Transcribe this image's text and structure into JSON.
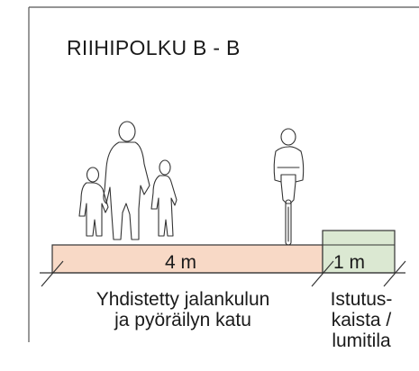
{
  "title": "RIIHIPOLKU B - B",
  "widths": {
    "main": "4 m",
    "side": "1 m"
  },
  "lanes": {
    "main": {
      "line1": "Yhdistetty jalankulun",
      "line2": "ja pyöräilyn katu"
    },
    "side": {
      "line1": "Istutus-",
      "line2": "kaista /",
      "line3": "lumitila"
    }
  },
  "colors": {
    "main_lane_fill": "#f8d9c6",
    "side_lane_fill": "#dbe8d2",
    "outline": "#333333",
    "frame": "#555555"
  }
}
